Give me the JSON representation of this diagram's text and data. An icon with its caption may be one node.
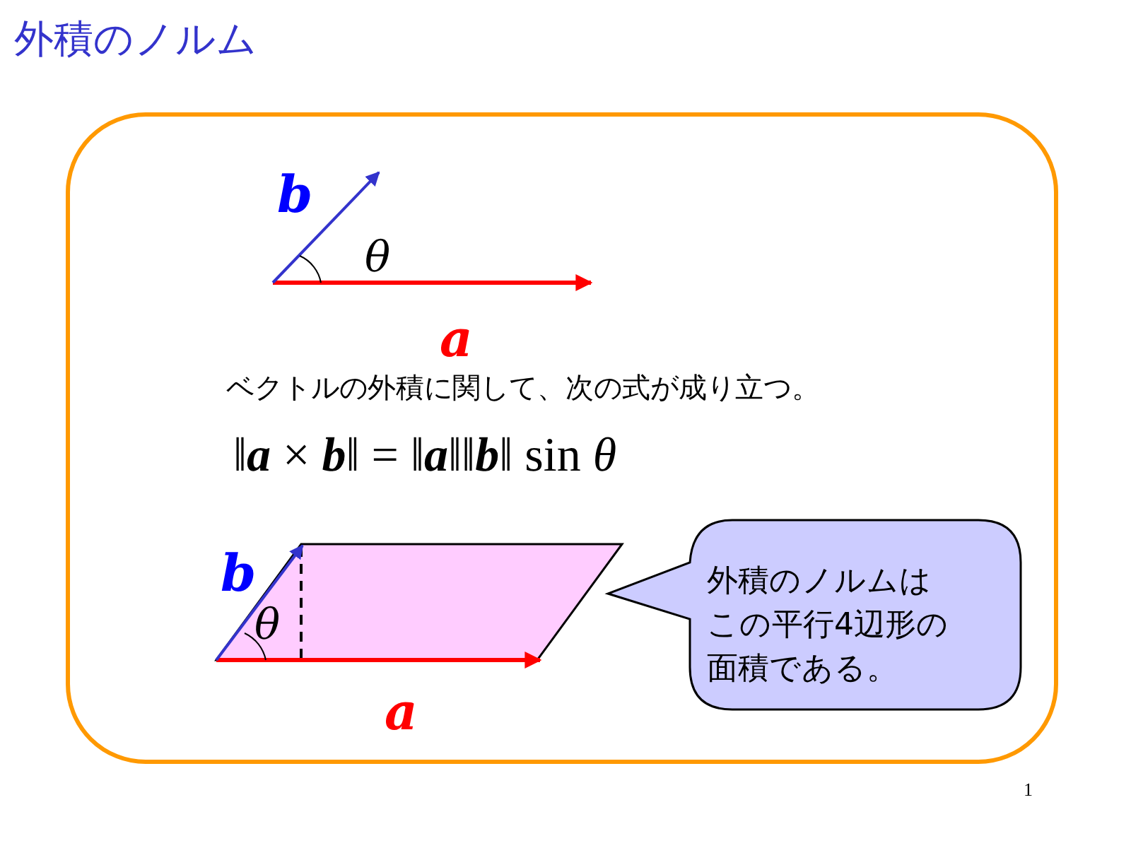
{
  "diagram": {
    "title": "外積のノルム",
    "nodes": [
      {
        "text": [
          "外積のノルムはこの平行4辺形の面積である。"
        ]
      },
      {
        "text": [],
        "shape": "parallelogram"
      }
    ],
    "edges": [],
    "labels": [
      "b",
      "θ",
      "a",
      "ベクトルの外積に関して、次の式が成り立つ。",
      "‖**a** × **b**‖ = ‖**a**‖‖**b**‖ sin *θ*",
      "b",
      "θ",
      "a",
      "1"
    ]
  }
}
